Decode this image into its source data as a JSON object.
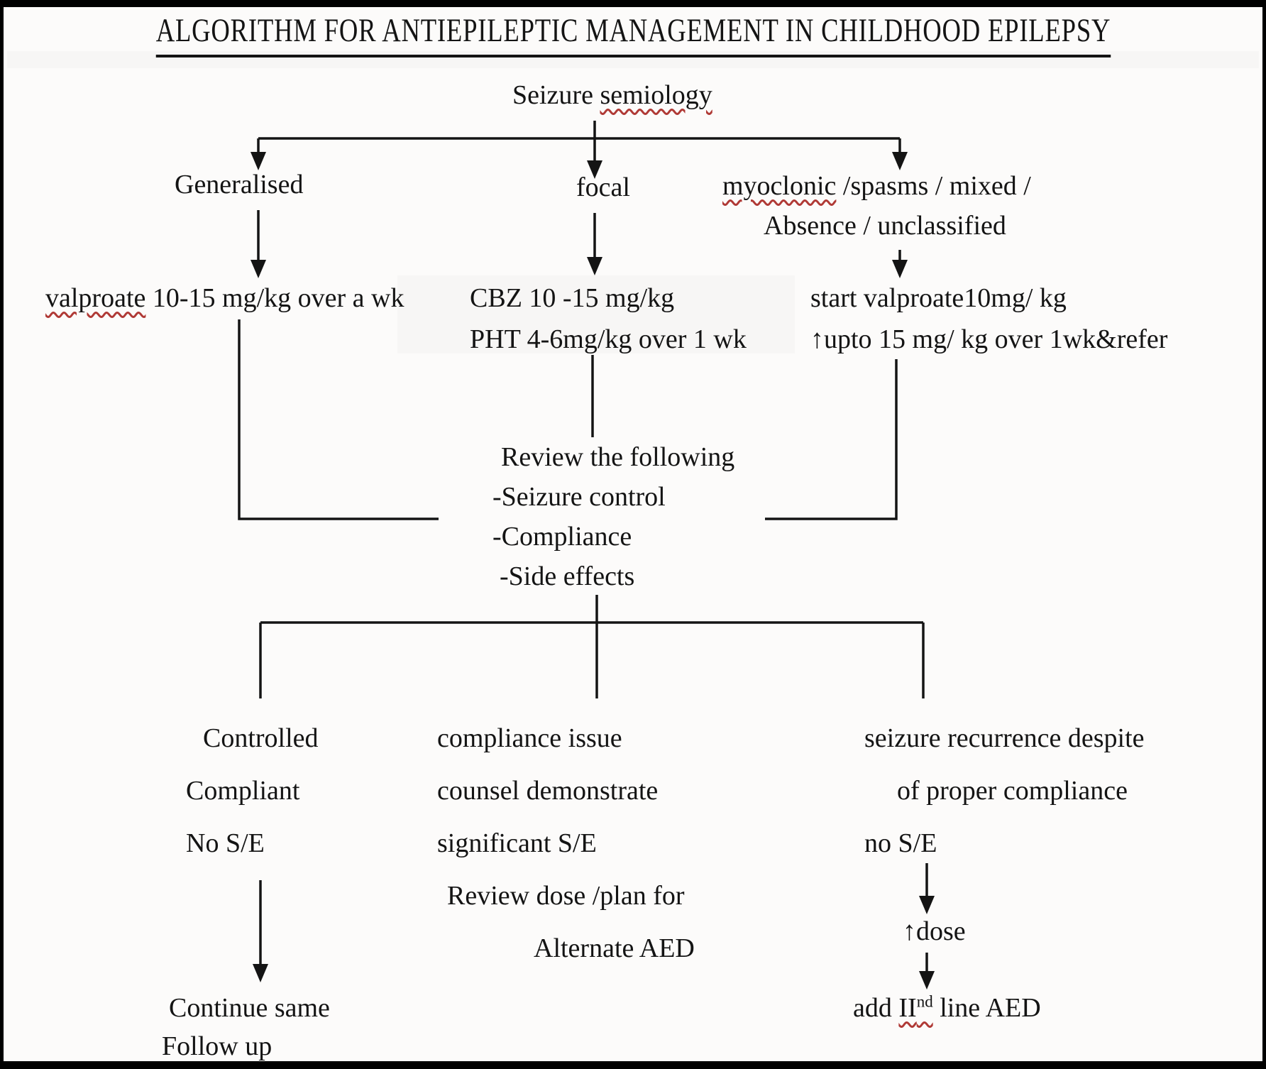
{
  "colors": {
    "ink": "#141414",
    "squiggle": "#b03a36",
    "background": "#fcfbfa",
    "border": "#000000"
  },
  "title": {
    "text": "ALGORITHM FOR ANTIEPILEPTIC MANAGEMENT IN CHILDHOOD EPILEPSY"
  },
  "root": {
    "prefix": "Seizure ",
    "word": "semiology"
  },
  "level1": {
    "generalised": {
      "label": "Generalised"
    },
    "focal": {
      "label": "focal"
    },
    "myoclonic": {
      "word": "myoclonic",
      "rest": " /spasms / mixed /",
      "line2": "Absence / unclassified"
    }
  },
  "treatments": {
    "generalised": {
      "word": "valproate",
      "rest": " 10-15 mg/kg over a wk"
    },
    "focal": {
      "line1": "CBZ 10 -15 mg/kg",
      "line2": "PHT 4-6mg/kg over 1 wk"
    },
    "myoclonic": {
      "line1": "start valproate10mg/ kg",
      "line2": "↑upto 15 mg/ kg over 1wk&refer"
    }
  },
  "review": {
    "heading": "Review the following",
    "item1": "-Seizure control",
    "item2": "-Compliance",
    "item3": "-Side effects"
  },
  "outcomes": {
    "controlled": {
      "line1": "Controlled",
      "line2": "Compliant",
      "line3": "No S/E"
    },
    "compliance_issue": {
      "line1": "compliance issue",
      "line2": "counsel demonstrate",
      "line3": "significant S/E",
      "line4": "Review dose /plan for",
      "line5": "Alternate AED"
    },
    "recurrence": {
      "line1": "seizure recurrence despite",
      "line2": "of proper compliance",
      "line3": "no S/E"
    }
  },
  "actions": {
    "continue": {
      "line1": "Continue same",
      "line2": "Follow up"
    },
    "escalate": {
      "dose": "↑dose",
      "add_prefix": "add ",
      "add_roman": "II",
      "add_sup": "nd",
      "add_suffix": " line AED"
    }
  }
}
